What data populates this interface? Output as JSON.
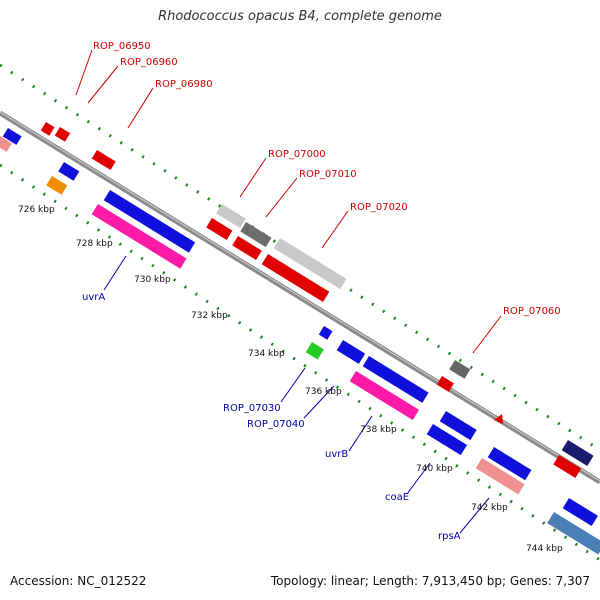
{
  "title": "Rhodococcus opacus B4, complete genome",
  "footer": {
    "accession": "Accession: NC_012522",
    "summary": "Topology: linear; Length: 7,913,450 bp; Genes: 7,307"
  },
  "colors": {
    "backbone": "#8a8a8a",
    "tick_dots": "#1a8a1a",
    "red_label": "#cc0000",
    "blue_label": "#0000aa"
  },
  "scale_ticks": [
    {
      "label": "726 kbp"
    },
    {
      "label": "728 kbp"
    },
    {
      "label": "730 kbp"
    },
    {
      "label": "732 kbp"
    },
    {
      "label": "734 kbp"
    },
    {
      "label": "736 kbp"
    },
    {
      "label": "738 kbp"
    },
    {
      "label": "740 kbp"
    },
    {
      "label": "742 kbp"
    },
    {
      "label": "744 kbp"
    }
  ],
  "gene_labels_red": [
    "ROP_06950",
    "ROP_06960",
    "ROP_06980",
    "ROP_07000",
    "ROP_07010",
    "ROP_07020",
    "ROP_07060"
  ],
  "gene_labels_blue": [
    "uvrA",
    "ROP_07030",
    "ROP_07040",
    "uvrB",
    "coaE",
    "rpsA"
  ]
}
